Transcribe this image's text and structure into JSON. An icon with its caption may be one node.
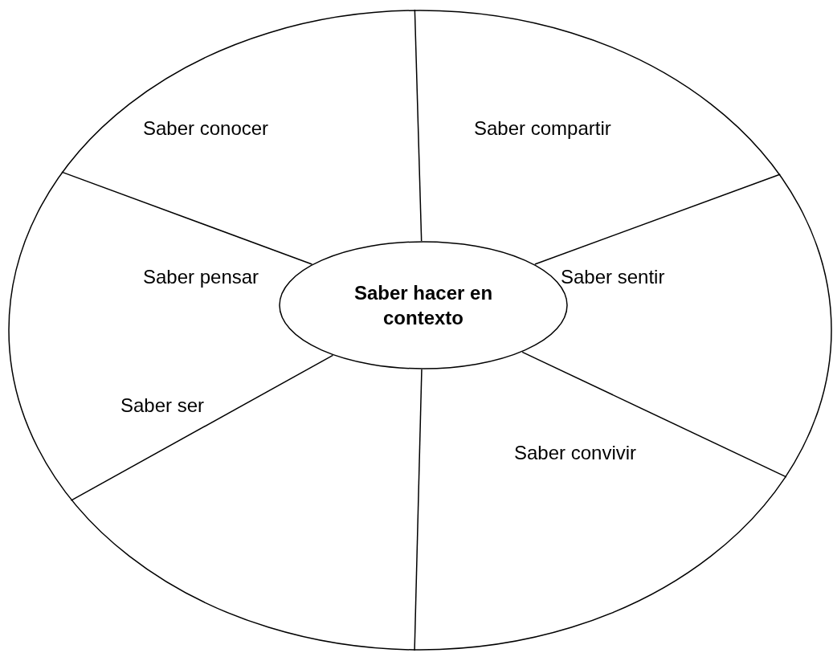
{
  "diagram": {
    "nodes": [
      {
        "text": [],
        "shape": "ellipse"
      },
      {
        "text": [
          "Saber hacer en contexto"
        ],
        "in": 0
      }
    ],
    "edges": [
      {
        "from": 1,
        "to": 0,
        "arrow": "none"
      },
      {
        "from": 1,
        "to": 0,
        "arrow": "none"
      },
      {
        "from": 1,
        "to": 0,
        "arrow": "none"
      },
      {
        "from": 1,
        "to": 0,
        "arrow": "none"
      },
      {
        "from": 1,
        "to": 0,
        "arrow": "none"
      },
      {
        "from": 1,
        "to": 0,
        "arrow": "none"
      }
    ],
    "labels": [
      "Saber conocer",
      "Saber compartir",
      "Saber pensar",
      "Saber sentir",
      "Saber ser",
      "Saber convivir"
    ]
  }
}
